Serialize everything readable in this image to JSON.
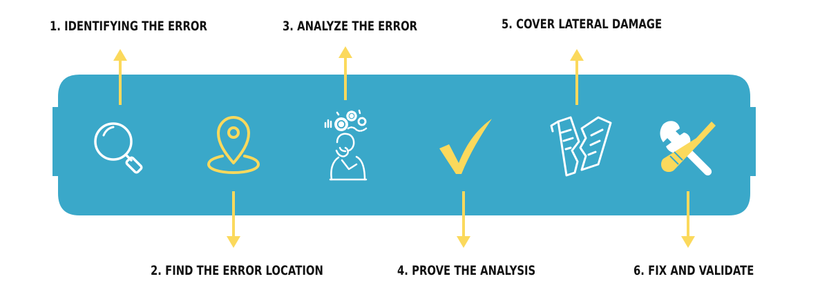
{
  "steps": [
    {
      "label": "1. IDENTIFYING THE ERROR",
      "icon": "magnifier-icon",
      "arrow": "up"
    },
    {
      "label": "2. FIND THE ERROR LOCATION",
      "icon": "location-pin-icon",
      "arrow": "down"
    },
    {
      "label": "3. ANALYZE THE ERROR",
      "icon": "thinking-person-gears-icon",
      "arrow": "up"
    },
    {
      "label": "4. PROVE THE ANALYSIS",
      "icon": "checkmark-icon",
      "arrow": "down"
    },
    {
      "label": "5. COVER LATERAL DAMAGE",
      "icon": "torn-document-icon",
      "arrow": "up"
    },
    {
      "label": "6. FIX AND VALIDATE",
      "icon": "wrench-screwdriver-icon",
      "arrow": "down"
    }
  ],
  "colors": {
    "band": "#3aa8c9",
    "arrow": "#fbd95c",
    "icon_white": "#ffffff",
    "icon_yellow": "#fbd95c",
    "label": "#111111"
  }
}
